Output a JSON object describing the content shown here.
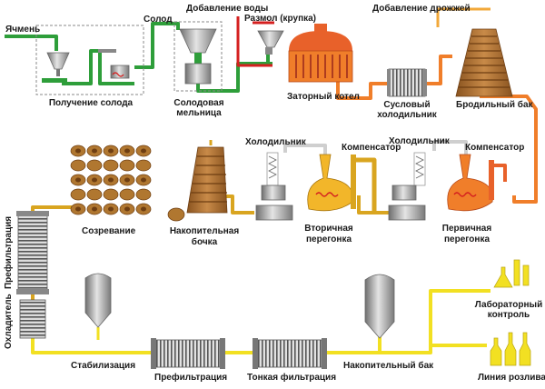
{
  "labels": {
    "barley": "Ячмень",
    "malt": "Солод",
    "water_add": "Добавление воды",
    "grind": "Размол (крупка)",
    "yeast_add": "Добавление дрожжей",
    "malting_line1": "Получение солода",
    "mill_line1": "Солодовая",
    "mill_line2": "мельница",
    "mash_tun": "Заторный котел",
    "wort_cooler_line1": "Сусловый",
    "wort_cooler_line2": "холодильник",
    "fermenter": "Бродильный бак",
    "cooler_1": "Холодильник",
    "compensator_1": "Компенсатор",
    "cooler_2": "Холодильник",
    "compensator_2": "Компенсатор",
    "maturation": "Созревание",
    "storage_cask_line1": "Накопительная",
    "storage_cask_line2": "бочка",
    "secondary_line1": "Вторичная",
    "secondary_line2": "перегонка",
    "primary_line1": "Первичная",
    "primary_line2": "перегонка",
    "prefiltration_vertical": "Префильтрация",
    "chiller_vertical": "Охладитель",
    "stabilization": "Стабилизация",
    "prefiltration": "Префильтрация",
    "fine_filtration": "Тонкая фильтрация",
    "storage_tank": "Накопительный бак",
    "lab_line1": "Лабораторный",
    "lab_line2": "контроль",
    "bottling": "Линия розлива"
  },
  "colors": {
    "pipe_green": "#2e9e3a",
    "pipe_red": "#d41f1f",
    "pipe_orange": "#f07e2a",
    "pipe_gold": "#d9a520",
    "pipe_yellow": "#f2e022",
    "vessel_copper": "#e8612a",
    "barrel_brown": "#a86a2a",
    "steel_gray": "#9a9a9a",
    "text": "#1a1a1a"
  }
}
